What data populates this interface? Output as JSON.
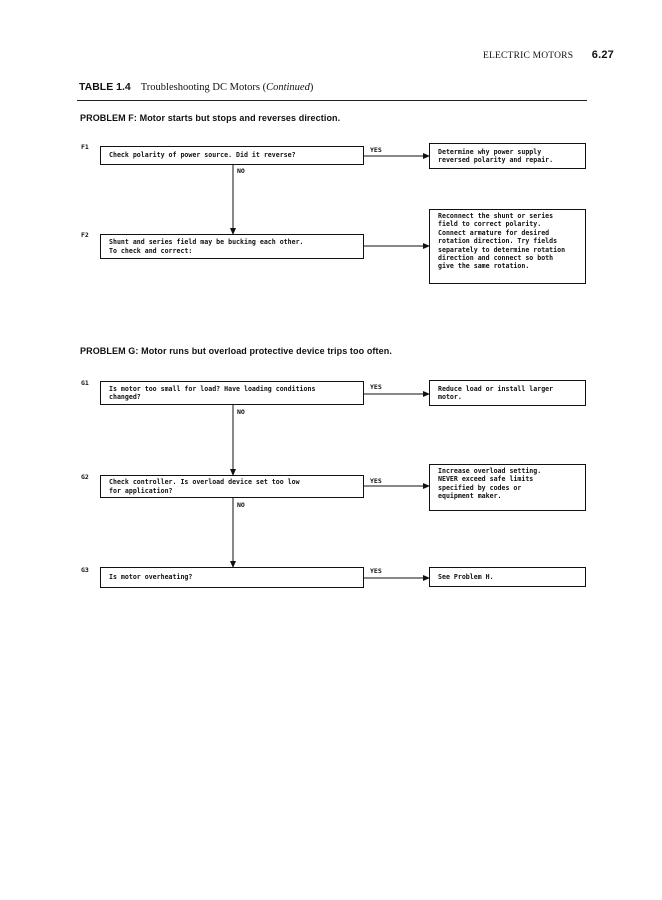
{
  "header": {
    "running_title": "ELECTRIC MOTORS",
    "page_number": "6.27"
  },
  "table": {
    "number": "TABLE 1.4",
    "title": "Troubleshooting DC Motors (",
    "continued": "Continued",
    "close": ")"
  },
  "problem_f": {
    "heading": "PROBLEM F: Motor starts but stops and reverses direction.",
    "steps": [
      {
        "id": "F1",
        "question": "Check polarity of power source.  Did it reverse?",
        "yes_label": "YES",
        "no_label": "NO",
        "action": "Determine why power supply\nreversed polarity and repair."
      },
      {
        "id": "F2",
        "question": "Shunt and series field may be bucking each other.\nTo check and correct:",
        "action": "Reconnect the shunt or series\nfield to correct polarity.\nConnect armature for desired\nrotation direction.  Try fields\nseparately to determine rotation\ndirection and connect so both\ngive the same rotation."
      }
    ]
  },
  "problem_g": {
    "heading": "PROBLEM G: Motor runs but overload protective device trips too often.",
    "steps": [
      {
        "id": "G1",
        "question": "Is motor too small for load?  Have loading conditions\nchanged?",
        "yes_label": "YES",
        "no_label": "NO",
        "action": "Reduce load or install larger\nmotor."
      },
      {
        "id": "G2",
        "question": "Check controller.  Is overload device set too low\nfor application?",
        "yes_label": "YES",
        "no_label": "NO",
        "action": "Increase overload setting.\nNEVER exceed safe limits\nspecified by codes or\nequipment maker."
      },
      {
        "id": "G3",
        "question": "Is motor overheating?",
        "yes_label": "YES",
        "action": "See Problem H."
      }
    ]
  }
}
